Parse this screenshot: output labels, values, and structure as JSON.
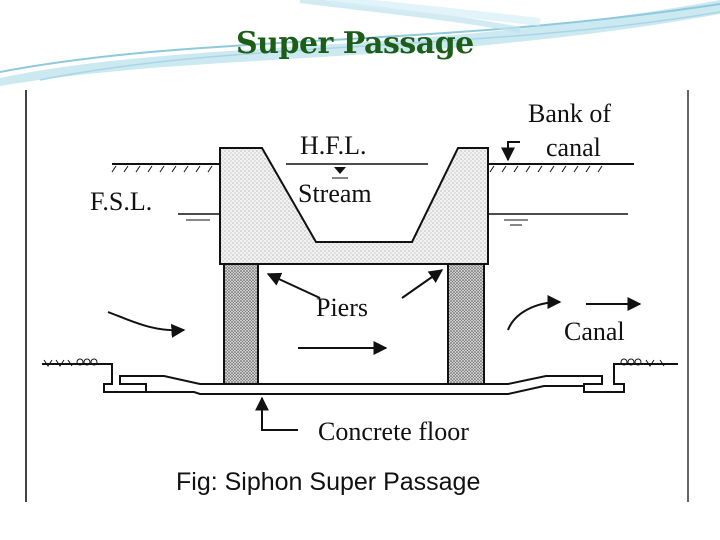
{
  "slide": {
    "title": "Super Passage",
    "theme_color": "#1c5e18",
    "swoosh_color": "#8fc9dd"
  },
  "diagram": {
    "labels": {
      "hfl": "H.F.L.",
      "stream": "Stream",
      "fsl": "F.S.L.",
      "bank_line1": "Bank of",
      "bank_line2": "canal",
      "piers": "Piers",
      "canal": "Canal",
      "floor": "Concrete floor"
    },
    "caption": "Fig: Siphon Super Passage"
  }
}
